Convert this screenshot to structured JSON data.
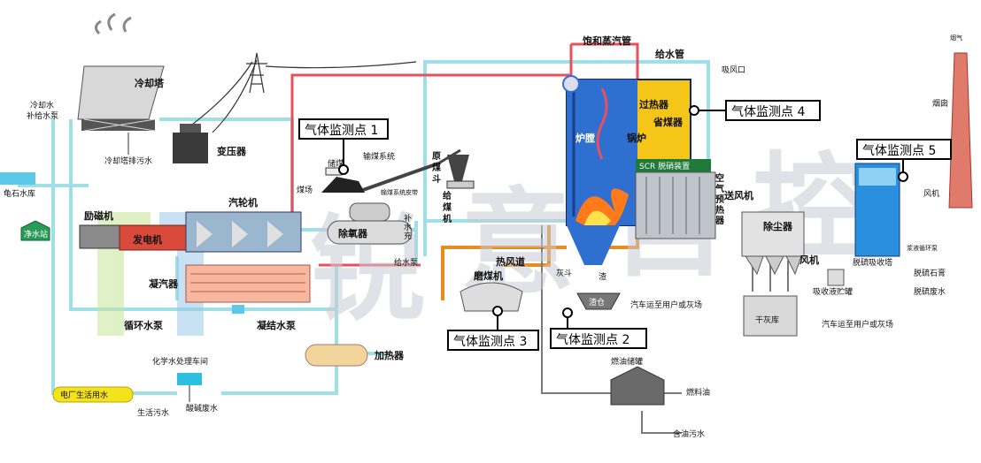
{
  "colors": {
    "pipe_light": "#9fe0e6",
    "pipe_red": "#e8505b",
    "pipe_orange": "#e98b1e",
    "pipe_grey": "#7a7a7a",
    "boiler_yellow": "#f5c518",
    "boiler_blue": "#2f6fd0",
    "steel": "#b8bcc4",
    "watermark": "#c9ccd4"
  },
  "labels": {
    "cooling_tower": "冷却塔",
    "cold_water": "冷却水",
    "makeup_pump": "补给水泵",
    "cooling_drain": "冷却塔排污水",
    "turtle_reservoir": "龟石水库",
    "water_station": "净水站",
    "exciter": "励磁机",
    "generator": "发电机",
    "turbine": "汽轮机",
    "transformer": "变压器",
    "condenser": "凝汽器",
    "circ_pump": "循环水泵",
    "condensate_pump": "凝结水泵",
    "heater": "加热器",
    "chem_water": "化学水处理车间",
    "plant_water": "电厂生活用水",
    "domestic_sewage": "生活污水",
    "acid_waste": "酸碱废水",
    "coal_yard": "煤场",
    "coal_yard_small": "储煤",
    "coal_conveyor": "输煤系统",
    "conveyor_sub": "输煤系统皮带",
    "coal_bunker": "原煤斗",
    "coal_feeder": "给煤机",
    "deaerator": "除氧器",
    "feed_pump": "给水泵",
    "vert_note": "补水充入口软化",
    "hot_air_duct": "热风道",
    "coal_mill": "磨煤机",
    "ash_hopper": "灰斗",
    "slag": "渣",
    "slag_bin": "渣仓",
    "truck_ash1": "汽车运至用户或灰场",
    "saturated_steam": "饱和蒸汽管",
    "feed_water_pipe": "给水管",
    "air_inlet": "吸风口",
    "superheater": "过热器",
    "economizer": "省煤器",
    "furnace": "炉膛",
    "boiler": "锅炉",
    "scr": "SCR 脱硝装置",
    "air_preheater": "空气预热器",
    "fd_fan": "送风机",
    "dust_collector": "除尘器",
    "fan": "风机",
    "absorber_liquid": "吸收液贮罐",
    "fly_ash": "干灰库",
    "truck_ash2": "汽车运至用户或灰场",
    "fgd_tower": "脱硫吸收塔",
    "gypsum": "脱硫石膏",
    "fgd_waste": "脱硫废水",
    "slurry": "浆液循环泵",
    "fan2": "风机",
    "chimney": "烟囱",
    "smoke": "烟气",
    "oil_tank": "燃油储罐",
    "fuel_oil": "燃料油",
    "oily_water": "含油污水"
  },
  "monitoring_points": [
    {
      "label": "气体监测点 1"
    },
    {
      "label": "气体监测点 2"
    },
    {
      "label": "气体监测点 3"
    },
    {
      "label": "气体监测点 4"
    },
    {
      "label": "气体监测点 5"
    }
  ]
}
